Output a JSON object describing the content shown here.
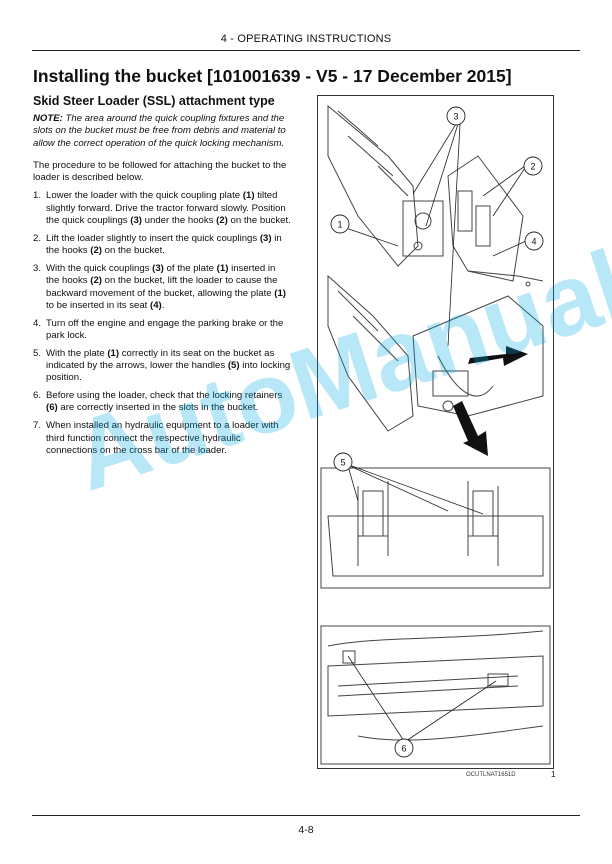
{
  "header": {
    "section": "4 - OPERATING INSTRUCTIONS"
  },
  "title": "Installing the bucket [101001639 - V5 - 17 December 2015]",
  "subtitle": "Skid Steer Loader (SSL) attachment type",
  "note": {
    "label": "NOTE:",
    "text": "The area around the quick coupling fixtures and the slots on the bucket must be free from debris and material to allow the correct operation of the quick locking mechanism."
  },
  "intro": "The procedure to be followed for attaching the bucket to the loader is described below.",
  "steps": [
    {
      "num": "1.",
      "text": "Lower the loader with the quick coupling plate (1) tilted slightly forward. Drive the tractor forward slowly. Position the quick couplings (3) under the hooks (2) on the bucket."
    },
    {
      "num": "2.",
      "text": "Lift the loader slightly to insert the quick couplings (3) in the hooks (2) on the bucket."
    },
    {
      "num": "3.",
      "text": "With the quick couplings (3) of the plate (1) inserted in the hooks (2) on the bucket, lift the loader to cause the backward movement of the bucket, allowing the plate (1) to be inserted in its seat (4)."
    },
    {
      "num": "4.",
      "text": "Turn off the engine and engage the parking brake or the park lock."
    },
    {
      "num": "5.",
      "text": "With the plate (1) correctly in its seat on the bucket as indicated by the arrows, lower the handles (5) into locking position."
    },
    {
      "num": "6.",
      "text": "Before using the loader, check that the locking retainers (6) are correctly inserted in the slots in the bucket."
    },
    {
      "num": "7.",
      "text": "When installed an hydraulic equipment to a loader with third function connect the respective hydraulic connections on the cross bar of the loader."
    }
  ],
  "figure": {
    "callouts": [
      "1",
      "2",
      "3",
      "4",
      "5",
      "6"
    ],
    "code": "OCUTLNAT1651D",
    "number": "1"
  },
  "page_number": "4-8",
  "watermark": "AutoManual"
}
